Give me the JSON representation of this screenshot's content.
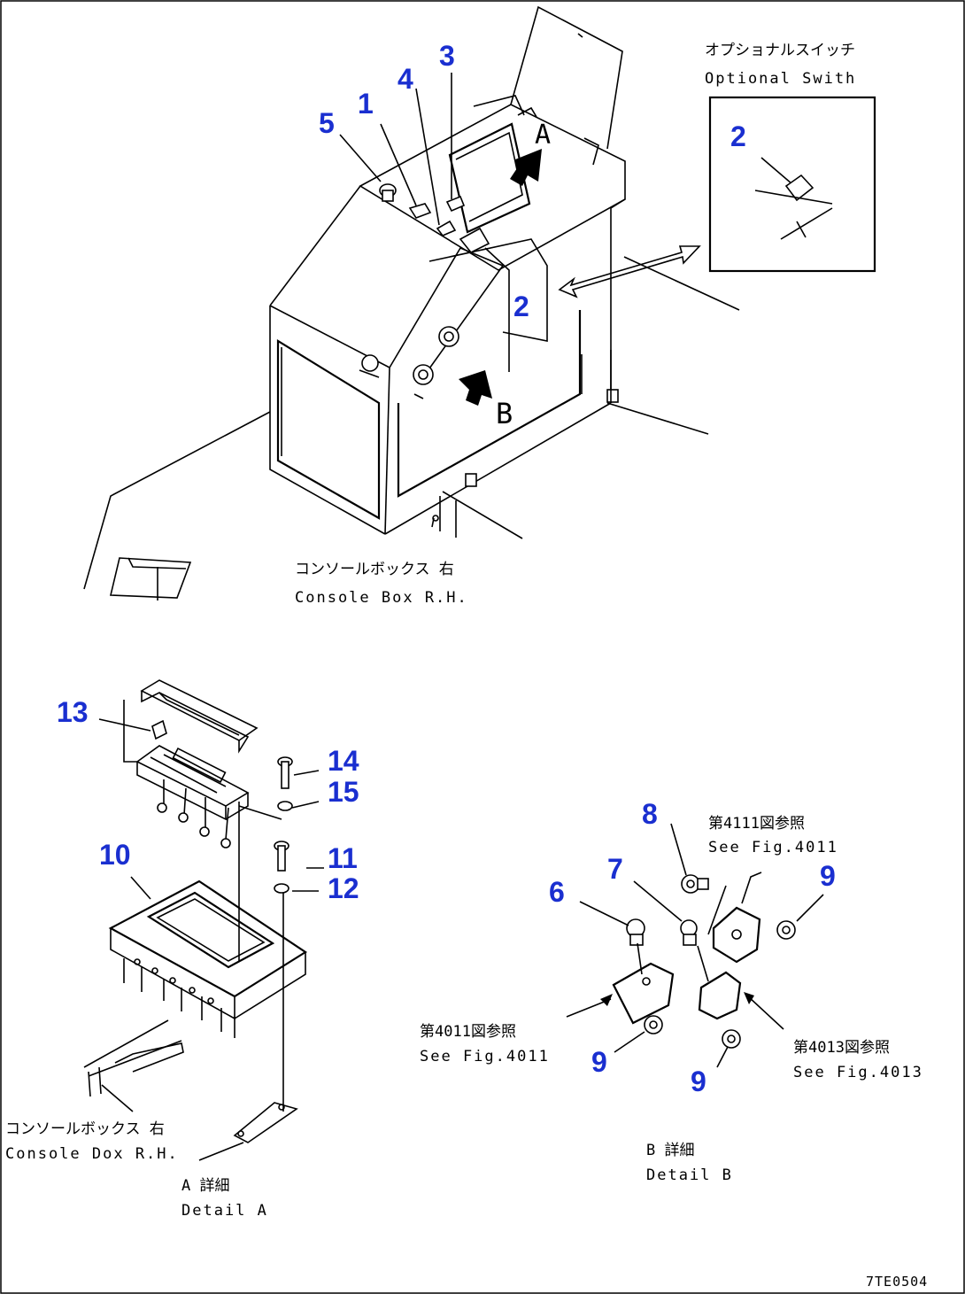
{
  "optional_switch": {
    "jp": "オプショナルスイッチ",
    "en": "Optional Swith"
  },
  "console_top": {
    "jp": "コンソールボックス 右",
    "en": "Console Box R.H."
  },
  "console_detail": {
    "jp": "コンソールボックス 右",
    "en": "Console Dox R.H."
  },
  "detail_a": {
    "jp": "A 詳細",
    "en": "Detail A"
  },
  "detail_b": {
    "jp": "B 詳細",
    "en": "Detail B"
  },
  "ref_4011_top": {
    "jp": "第4111図参照",
    "en": "See Fig.4011"
  },
  "ref_4011_left": {
    "jp": "第4011図参照",
    "en": "See Fig.4011"
  },
  "ref_4013": {
    "jp": "第4013図参照",
    "en": "See Fig.4013"
  },
  "arrow_a": "A",
  "arrow_b": "B",
  "drawing_code": "7TE0504",
  "callouts": {
    "c1": "1",
    "c2": "2",
    "c2b": "2",
    "c3": "3",
    "c4": "4",
    "c5": "5",
    "c6": "6",
    "c7": "7",
    "c8": "8",
    "c9a": "9",
    "c9b": "9",
    "c9c": "9",
    "c10": "10",
    "c11": "11",
    "c12": "12",
    "c13": "13",
    "c14": "14",
    "c15": "15"
  },
  "colors": {
    "callout": "#1a2fd0",
    "line": "#000000",
    "background": "#ffffff"
  }
}
